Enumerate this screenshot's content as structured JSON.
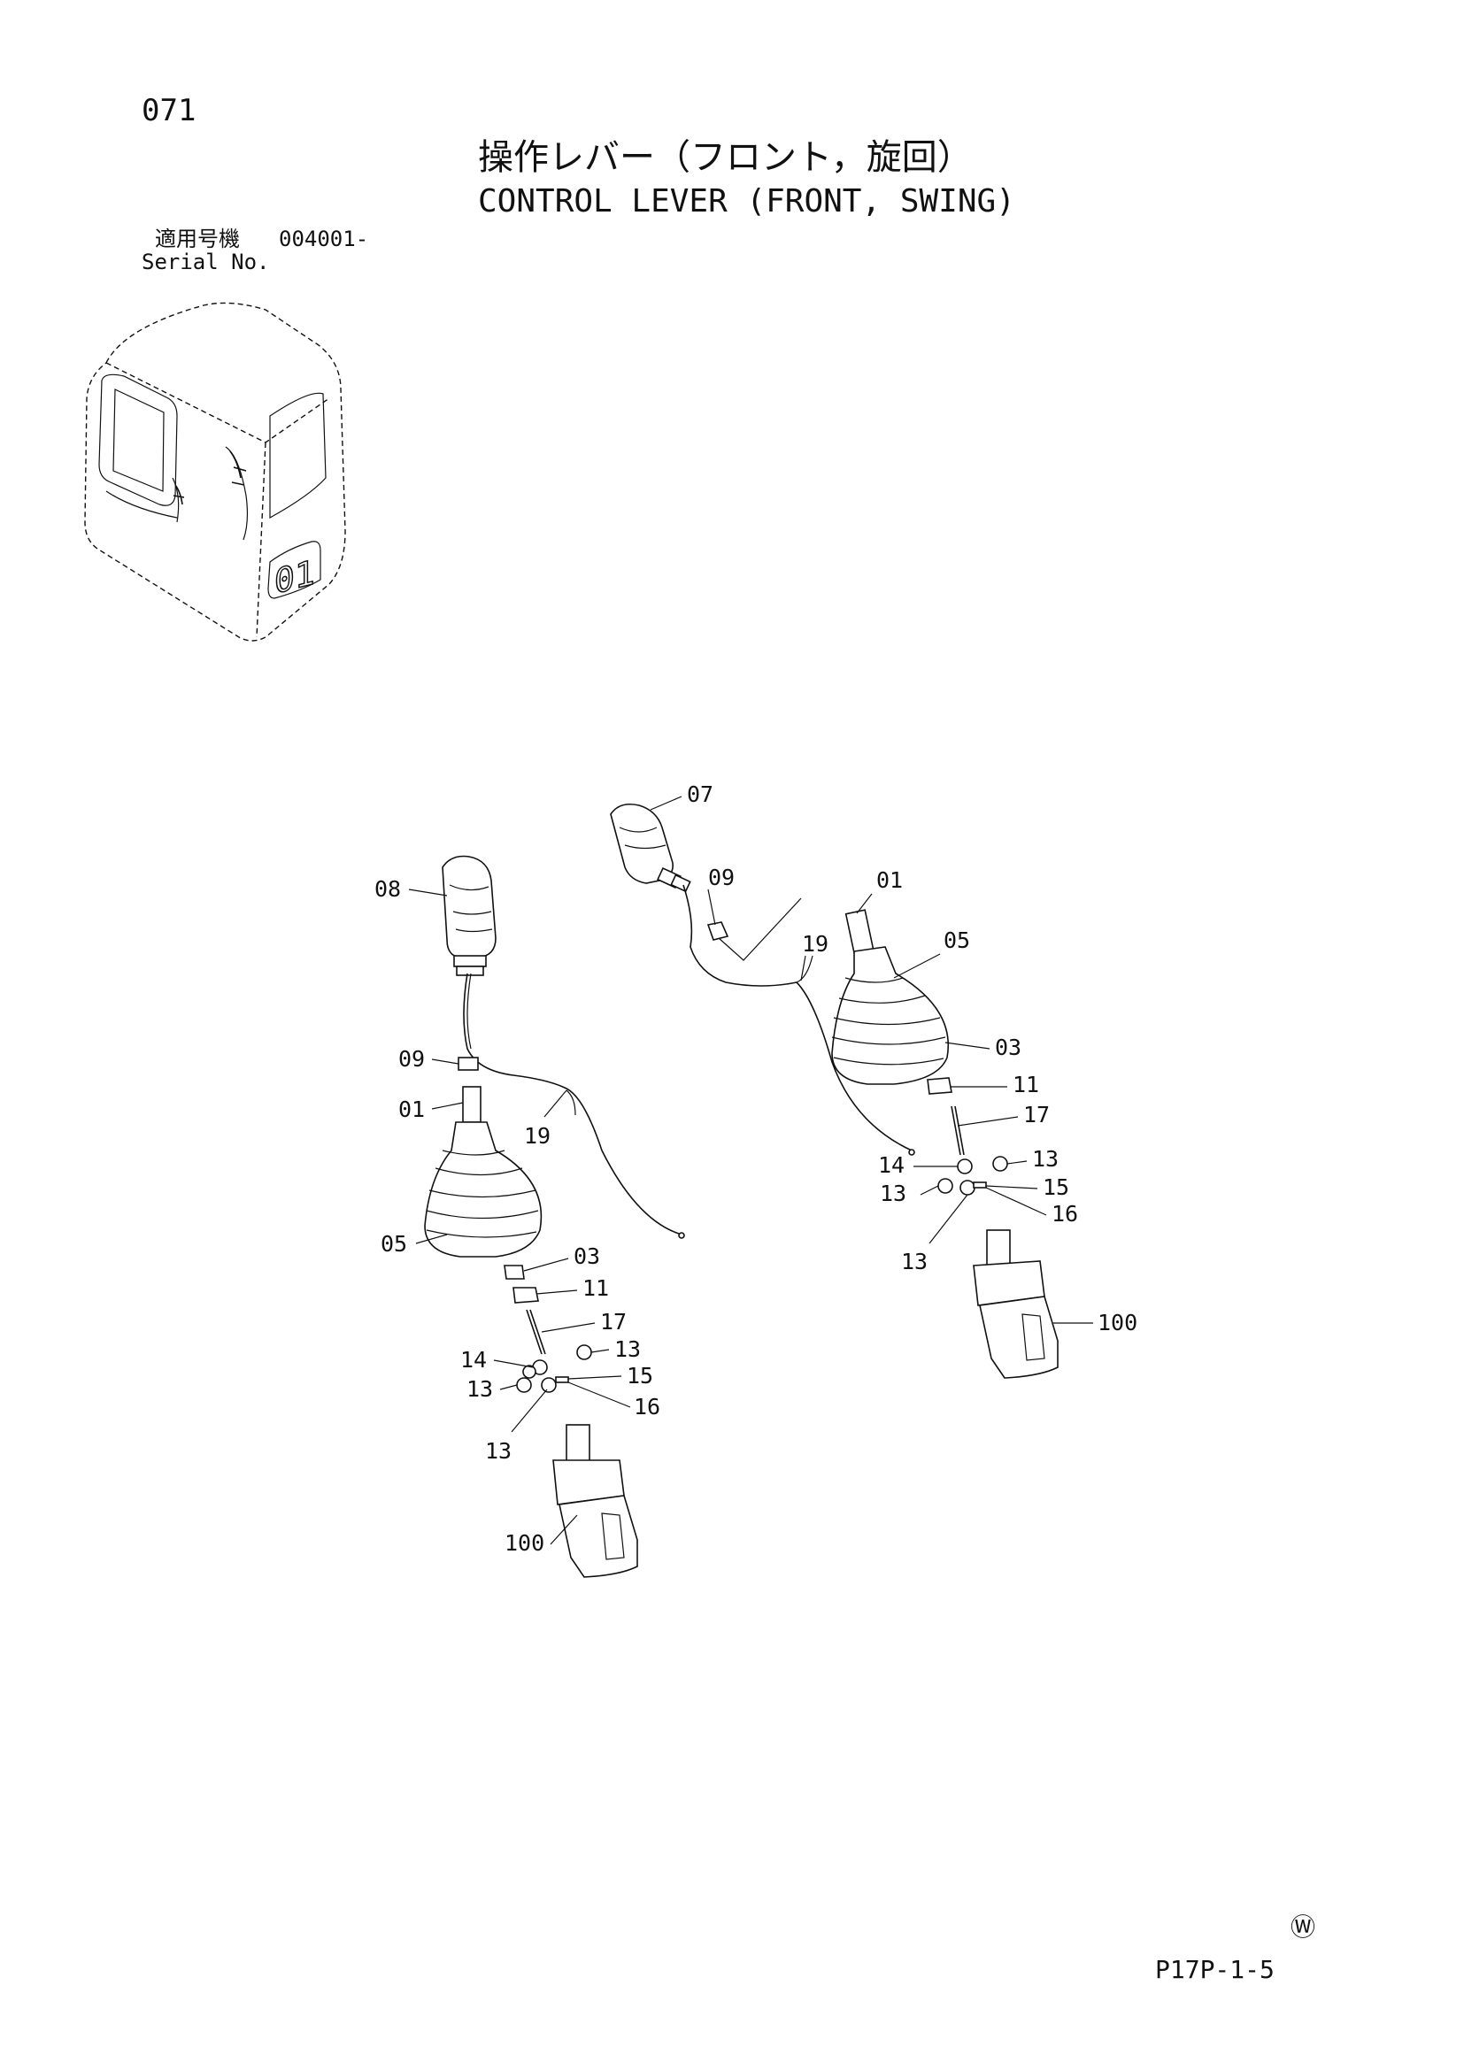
{
  "header": {
    "page_number": "071",
    "title_jp": "操作レバー（フロント，旋回）",
    "title_en": "CONTROL LEVER (FRONT, SWING)",
    "serial_label_jp": "適用号機",
    "serial_from": "004001-",
    "serial_label_en": "Serial No."
  },
  "cab_marking": "01",
  "left_assembly_labels": [
    "08",
    "09",
    "01",
    "19",
    "05",
    "03",
    "11",
    "17",
    "14",
    "13",
    "13",
    "15",
    "13",
    "16",
    "100"
  ],
  "right_assembly_labels": [
    "07",
    "09",
    "01",
    "19",
    "05",
    "03",
    "11",
    "17",
    "14",
    "13",
    "13",
    "15",
    "16",
    "13",
    "100"
  ],
  "footer": {
    "mark": "Ⓦ",
    "reference": "P17P-1-5"
  }
}
